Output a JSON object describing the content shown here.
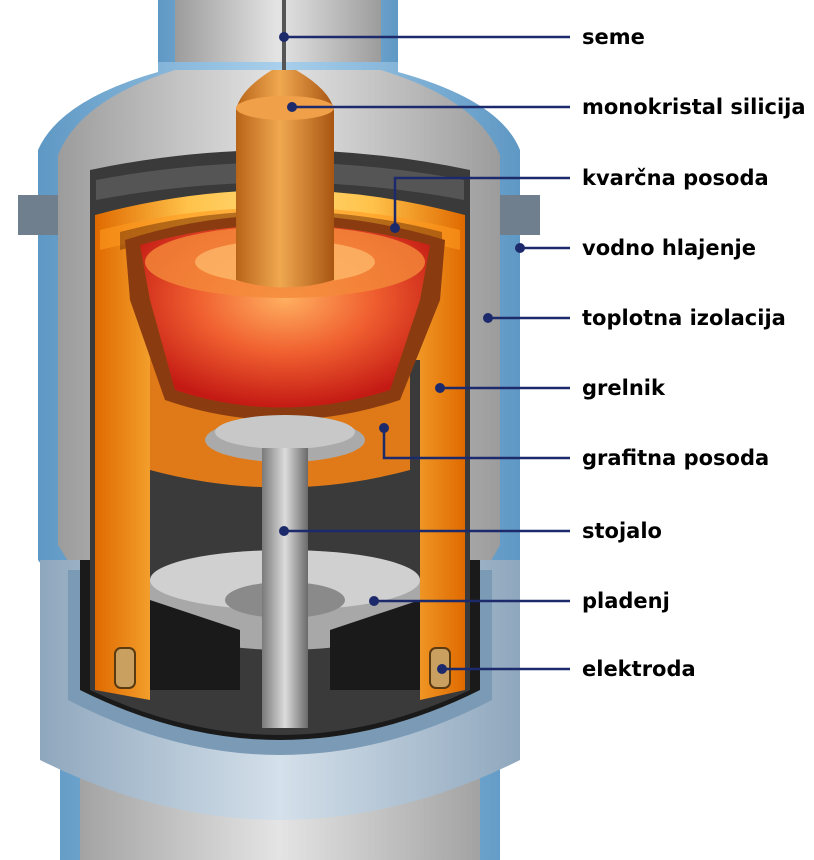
{
  "labels": {
    "seme": "seme",
    "monokristal": "monokristal silicija",
    "kvarcna": "kvarčna posoda",
    "vodno": "vodno hlajenje",
    "toplotna": "toplotna izolacija",
    "grelnik": "grelnik",
    "grafitna": "grafitna posoda",
    "stojalo": "stojalo",
    "pladenj": "pladenj",
    "elektroda": "elektroda"
  },
  "colors": {
    "leader_line": "#1c2a6b",
    "outer_shell": "#b8c7d6",
    "water_jacket": "#7fb2d8",
    "heater": "#f29a1a",
    "melt": "#d8231a",
    "crystal": "#d98a2a",
    "graphite": "#777777"
  }
}
